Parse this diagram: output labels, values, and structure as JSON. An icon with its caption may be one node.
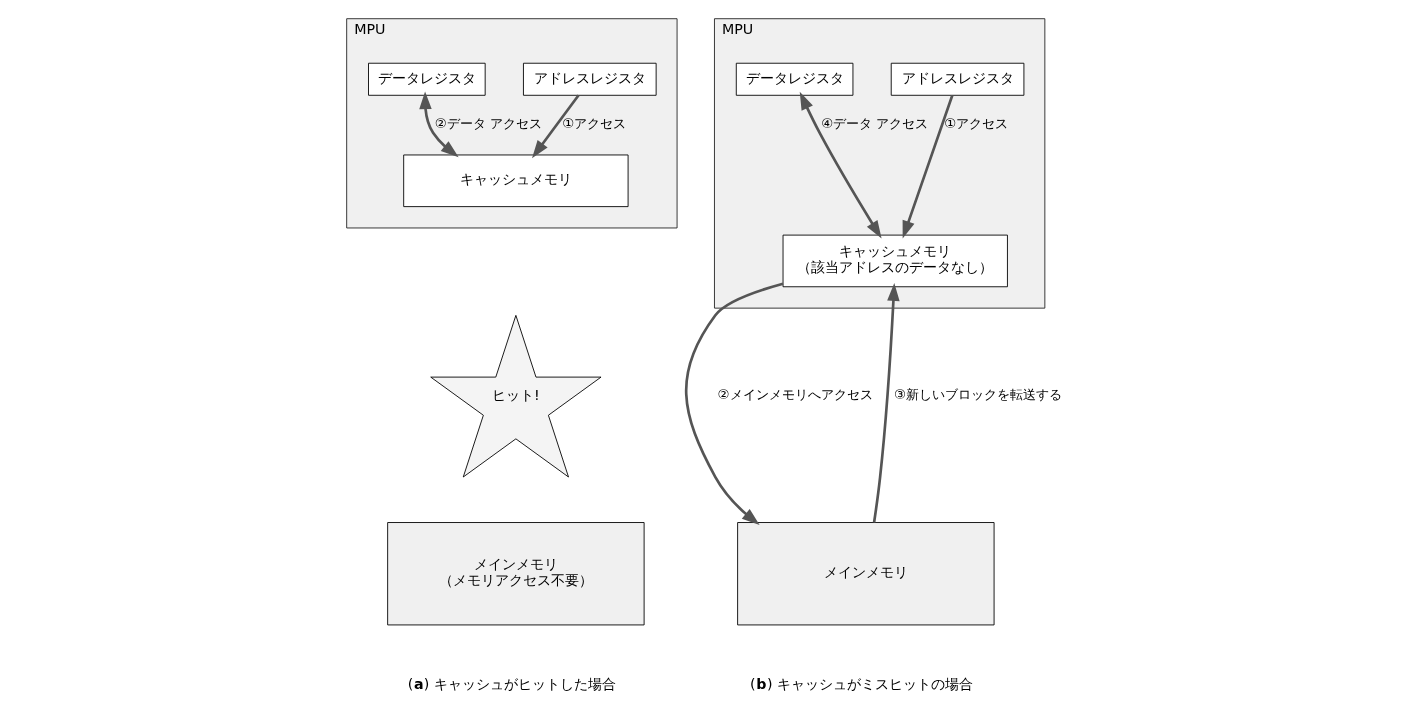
{
  "diagram": {
    "nodes": [
      {
        "text": [
          "MPU"
        ]
      },
      {
        "text": [
          "アドレスレジスタ"
        ],
        "in": 0
      },
      {
        "text": [
          "データレジスタ"
        ],
        "in": 0
      },
      {
        "text": [
          "キャッシュメモリ"
        ],
        "in": 0
      },
      {
        "text": [
          "ヒット!"
        ]
      },
      {
        "text": [
          "メインメモリ",
          "（メモリアクセス不要）"
        ]
      },
      {
        "text": [
          "MPU"
        ]
      },
      {
        "text": [
          "アドレスレジスタ"
        ],
        "in": 6
      },
      {
        "text": [
          "データレジスタ"
        ],
        "in": 6
      },
      {
        "text": [
          "キャッシュメモリ",
          "（該当アドレスのデータなし）"
        ],
        "in": 6
      },
      {
        "text": [
          "メインメモリ"
        ]
      }
    ],
    "edges": [
      {
        "from": 1,
        "to": 3,
        "arrow": "to",
        "label": "①アクセス"
      },
      {
        "from": 2,
        "to": 3,
        "arrow": "both",
        "label": "②データ アクセス"
      },
      {
        "from": 7,
        "to": 9,
        "arrow": "to",
        "label": "①アクセス"
      },
      {
        "from": 8,
        "to": 9,
        "arrow": "both",
        "label": "④データ アクセス"
      },
      {
        "from": 9,
        "to": 10,
        "arrow": "to",
        "label": "②メインメモリへアクセス"
      },
      {
        "from": 10,
        "to": 9,
        "arrow": "to",
        "label": "③新しいブロックを転送する"
      }
    ],
    "labels": [
      "(**a**) キャッシュがヒットした場合",
      "(**b**) キャッシュがミスヒットの場合"
    ]
  }
}
